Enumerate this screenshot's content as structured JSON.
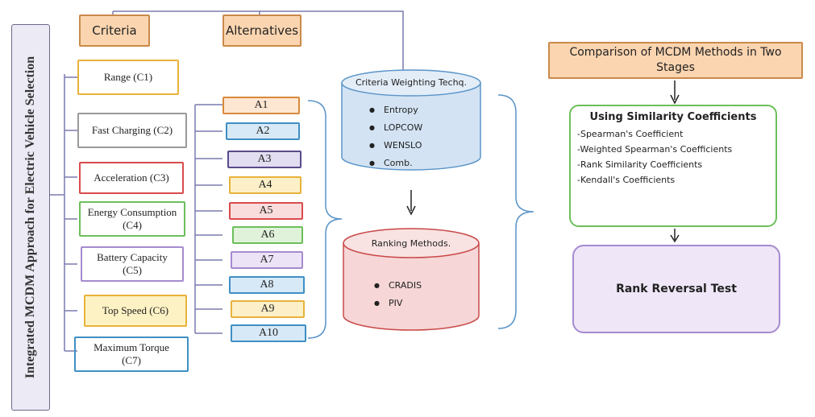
{
  "title": "Integrated MCDM Approach for Electric Vehicle Selection",
  "headers": {
    "criteria": "Criteria",
    "alternatives": "Alternatives"
  },
  "criteria": [
    {
      "label": "Range (C1)",
      "color": "#e8b23a"
    },
    {
      "label": "Fast Charging (C2)",
      "color": "#888888"
    },
    {
      "label": "Acceleration (C3)",
      "color": "#d94b4b"
    },
    {
      "label": "Energy Consumption (C4)",
      "color": "#6cbf5a"
    },
    {
      "label": "Battery Capacity (C5)",
      "color": "#a58bd0"
    },
    {
      "label": "Top Speed (C6)",
      "color": "#e8b23a"
    },
    {
      "label": "Maximum Torque (C7)",
      "color": "#3f8fc4"
    }
  ],
  "alternatives": [
    {
      "label": "A1",
      "color": "#d98a3a"
    },
    {
      "label": "A2",
      "color": "#3f8fc4"
    },
    {
      "label": "A3",
      "color": "#5a4a8a"
    },
    {
      "label": "A4",
      "color": "#e8b23a"
    },
    {
      "label": "A5",
      "color": "#d94b4b"
    },
    {
      "label": "A6",
      "color": "#6cbf5a"
    },
    {
      "label": "A7",
      "color": "#a58bd0"
    },
    {
      "label": "A8",
      "color": "#3f8fc4"
    },
    {
      "label": "A9",
      "color": "#e8b23a"
    },
    {
      "label": "A10",
      "color": "#3f8fc4"
    }
  ],
  "weighting": {
    "title": "Criteria Weighting Techq.",
    "items": [
      "Entropy",
      "LOPCOW",
      "WENSLO",
      "Comb."
    ]
  },
  "ranking": {
    "title": "Ranking Methods.",
    "items": [
      "CRADIS",
      "PIV"
    ]
  },
  "comparison": {
    "title": "Comparison of MCDM Methods in Two Stages"
  },
  "similarity": {
    "title": "Using Similarity Coefficients",
    "items": [
      "-Spearman's Coefficient",
      "-Weighted Spearman's Coefficients",
      "-Rank Similarity Coefficients",
      "-Kendall's Coefficients"
    ]
  },
  "rank_reversal": {
    "title": "Rank Reversal Test"
  },
  "colors": {
    "header_fill": "#fbd5b0",
    "weighting_fill": "#d3e3f3",
    "ranking_fill": "#f6d6d6",
    "similarity_border": "#6cbf5a",
    "rank_reversal_border": "#a58bd0",
    "rank_reversal_fill": "#efe6f7"
  }
}
